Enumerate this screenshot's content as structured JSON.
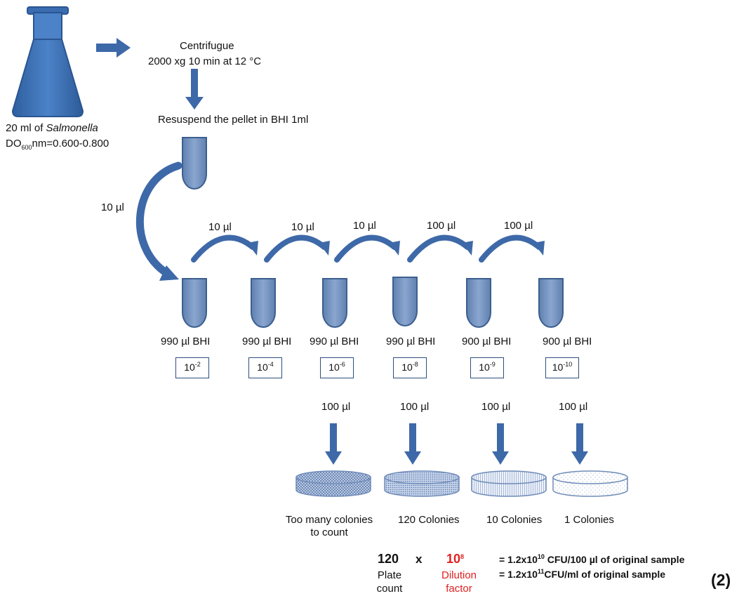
{
  "flask": {
    "volume_prefix": "20 ml of ",
    "organism": "Salmonella",
    "od_do": "DO",
    "od_sub": "600",
    "od_rest": "nm=0.600-0.800"
  },
  "centrifuge": {
    "line1": "Centrifugue",
    "line2": "2000 xg 10 min at 12 °C"
  },
  "resuspend": "Resuspend the pellet in BHI 1ml",
  "first_transfer": "10 µl",
  "transfers": [
    "10 µl",
    "10 µl",
    "10 µl",
    "100 µl",
    "100 µl"
  ],
  "tubes": [
    {
      "media": "990 µl BHI",
      "base": "10",
      "exp": "-2"
    },
    {
      "media": "990 µl BHI",
      "base": "10",
      "exp": "-4"
    },
    {
      "media": "990 µl BHI",
      "base": "10",
      "exp": "-6"
    },
    {
      "media": "990 µl BHI",
      "base": "10",
      "exp": "-8"
    },
    {
      "media": "900 µl BHI",
      "base": "10",
      "exp": "-9"
    },
    {
      "media": "900 µl BHI",
      "base": "10",
      "exp": "-10"
    }
  ],
  "plating": [
    "100 µl",
    "100 µl",
    "100 µl",
    "100 µl"
  ],
  "plates": [
    {
      "line1": "Too many colonies",
      "line2": "to count"
    },
    {
      "line1": "120  Colonies",
      "line2": ""
    },
    {
      "line1": "10 Colonies",
      "line2": ""
    },
    {
      "line1": "1 Colonies",
      "line2": ""
    }
  ],
  "calculation": {
    "plate_count": "120",
    "plate_count_label1": "Plate",
    "plate_count_label2": "count",
    "times": "x",
    "dilution_base": "10",
    "dilution_exp": "8",
    "dilution_label1": "Dilution",
    "dilution_label2": "factor",
    "result1_pre": "=  1.2x10",
    "result1_exp": "10",
    "result1_post": " CFU/100 µl of original sample",
    "result2_pre": "=  1.2x10",
    "result2_exp": "11",
    "result2_post": "CFU/ml of original sample"
  },
  "figure_number": "(2)",
  "colors": {
    "tube_fill": "#7191be",
    "tube_stroke": "#3c5f8e",
    "arrow": "#3e69a8",
    "flask": "#3f73b8",
    "highlight": "#e02020"
  }
}
